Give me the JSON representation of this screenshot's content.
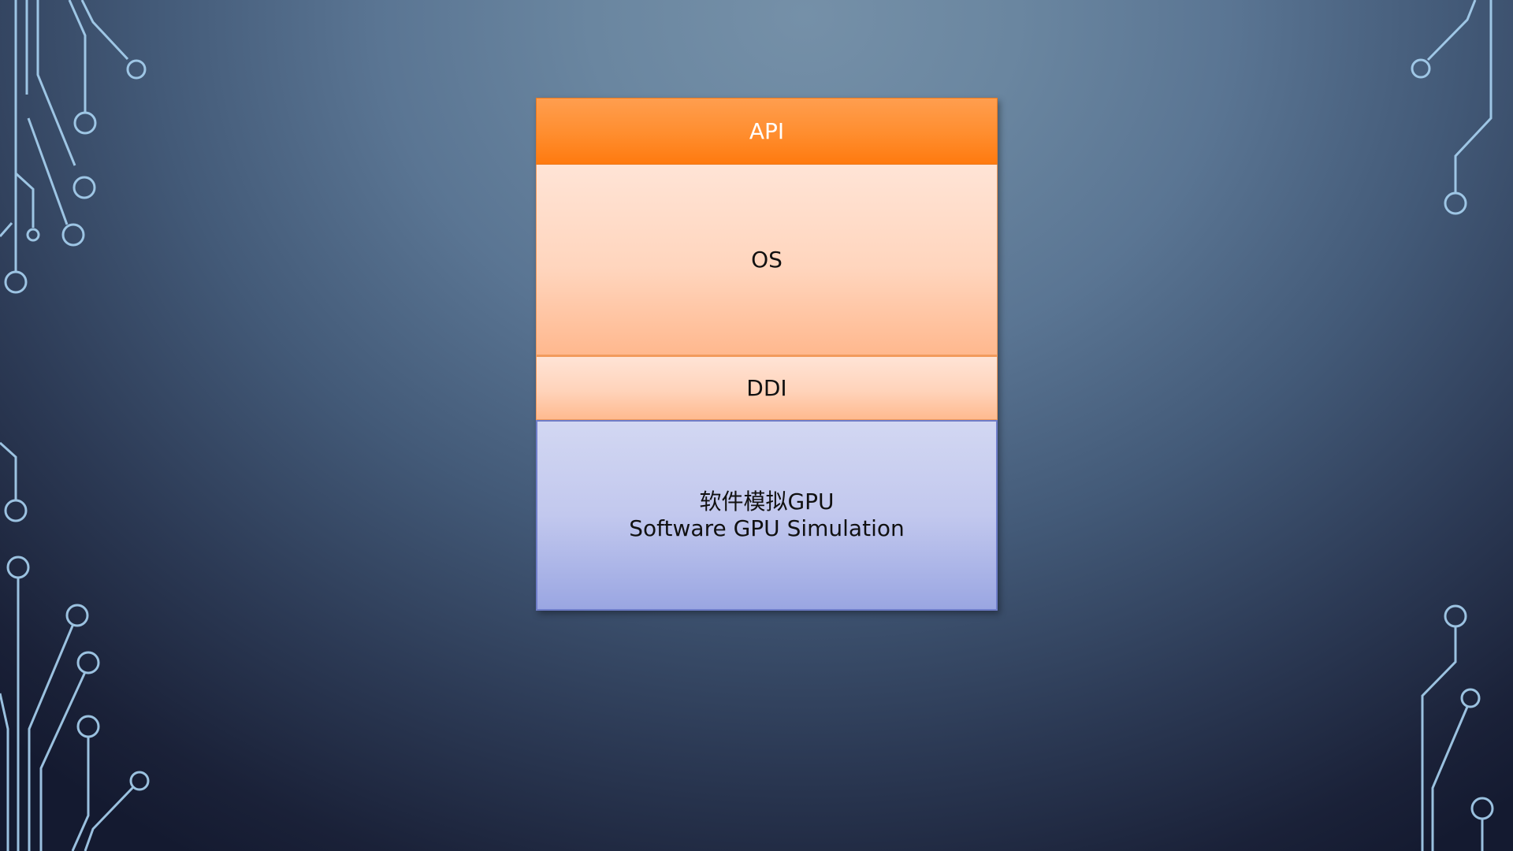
{
  "diagram": {
    "layers": [
      {
        "label": "API"
      },
      {
        "label": "OS"
      },
      {
        "label": "DDI"
      },
      {
        "label_line1": "软件模拟GPU",
        "label_line2": "Software GPU Simulation"
      }
    ]
  },
  "colors": {
    "background": "#5a7593",
    "circuit_lines": "#a9d3f2",
    "api_fill": "#ff8d2e",
    "os_ddi_fill": "#ffd5bd",
    "gpu_fill": "#c2c8ee"
  }
}
